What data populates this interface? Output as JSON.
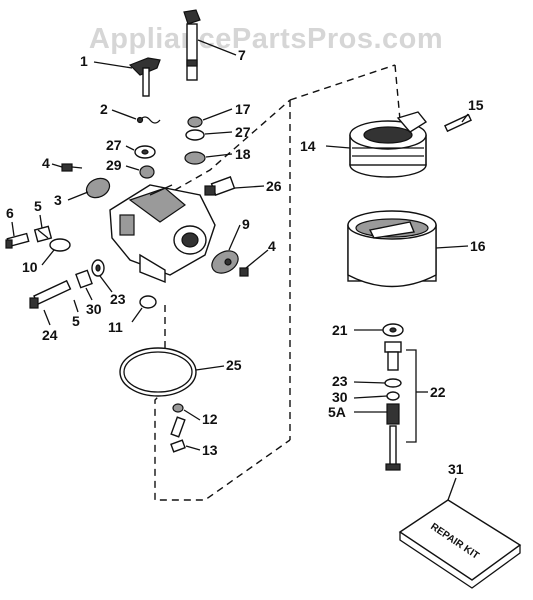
{
  "watermark": "AppliancePartsPros.com",
  "callouts": {
    "c1": "1",
    "c7": "7",
    "c2": "2",
    "c17": "17",
    "c27a": "27",
    "c27b": "27",
    "c29": "29",
    "c18": "18",
    "c4a": "4",
    "c3": "3",
    "c26": "26",
    "c5a": "5",
    "c6": "6",
    "c9": "9",
    "c4b": "4",
    "c10": "10",
    "c23a": "23",
    "c5b": "5",
    "c30a": "30",
    "c24": "24",
    "c11": "11",
    "c25": "25",
    "c12": "12",
    "c13": "13",
    "c15": "15",
    "c14": "14",
    "c16": "16",
    "c21": "21",
    "c23b": "23",
    "c30b": "30",
    "c22": "22",
    "c5A": "5A",
    "c31": "31"
  },
  "repair_kit_label": "REPAIR KIT"
}
